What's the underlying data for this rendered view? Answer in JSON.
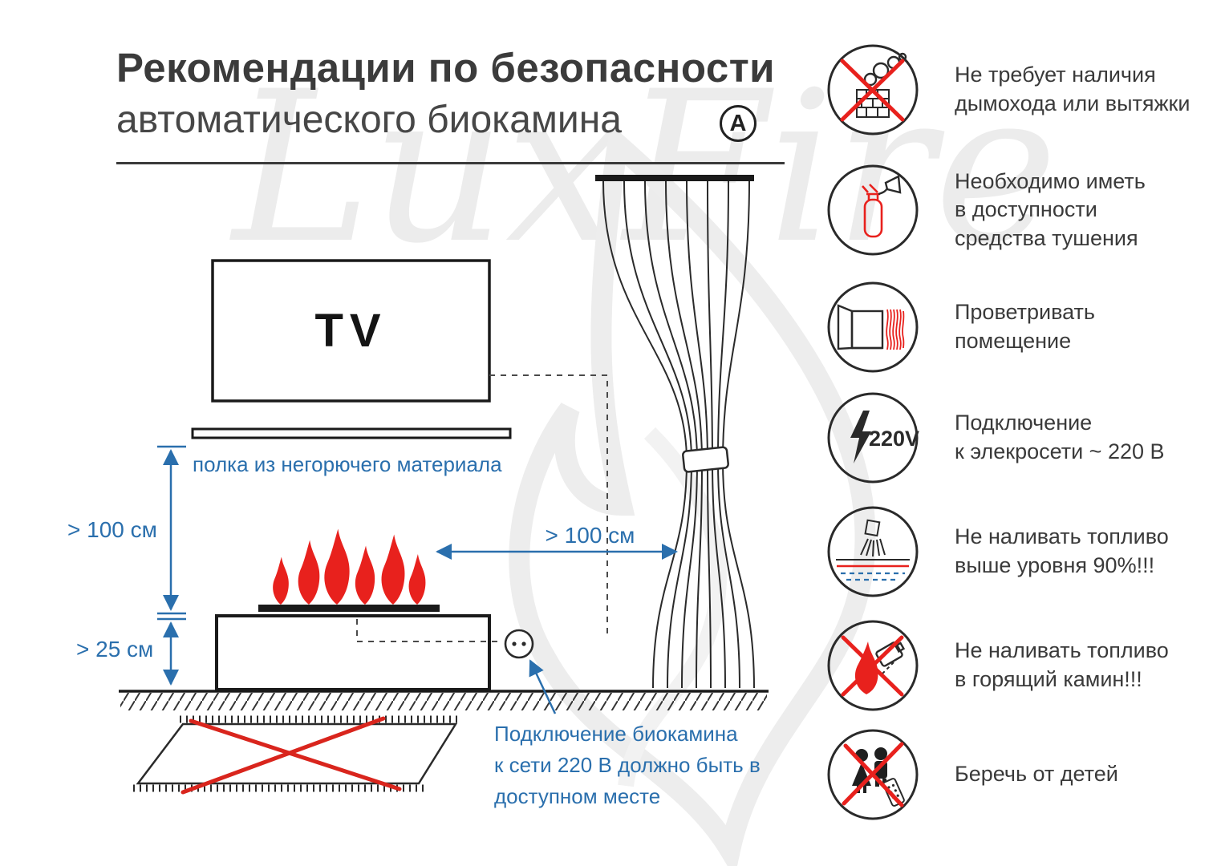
{
  "header": {
    "title_line1": "Рекомендации по безопасности",
    "title_line2": "автоматического биокамина",
    "logo_letter": "A"
  },
  "watermark_text": "LuxFire",
  "diagram": {
    "tv_label": "TV",
    "shelf_label": "полка из негорючего материала",
    "dim_shelf_to_fireplace": "> 100 см",
    "dim_fireplace_to_floor": "> 25 см",
    "dim_fireplace_to_curtain": "> 100 см",
    "outlet_note": "Подключение биокамина\nк сети 220 В должно быть в\nдоступном месте"
  },
  "colors": {
    "accent_blue": "#2a6fad",
    "alert_red": "#e8211d",
    "line_dark": "#2a2a2a"
  },
  "safety_items": [
    {
      "icon": "no-chimney-icon",
      "text": "Не требует наличия\nдымохода или вытяжки"
    },
    {
      "icon": "fire-extinguisher-icon",
      "text": "Необходимо иметь\nв доступности\nсредства тушения"
    },
    {
      "icon": "ventilate-room-icon",
      "text": "Проветривать\nпомещение"
    },
    {
      "icon": "power-220v-icon",
      "icon_text": "220V",
      "text": "Подключение\nк элекросети ~ 220 В"
    },
    {
      "icon": "fuel-level-90-icon",
      "text": "Не наливать топливо\nвыше уровня 90%!!!"
    },
    {
      "icon": "no-refuel-burning-icon",
      "text": "Не наливать топливо\nв горящий камин!!!"
    },
    {
      "icon": "keep-away-children-icon",
      "text": "Беречь от детей"
    }
  ]
}
